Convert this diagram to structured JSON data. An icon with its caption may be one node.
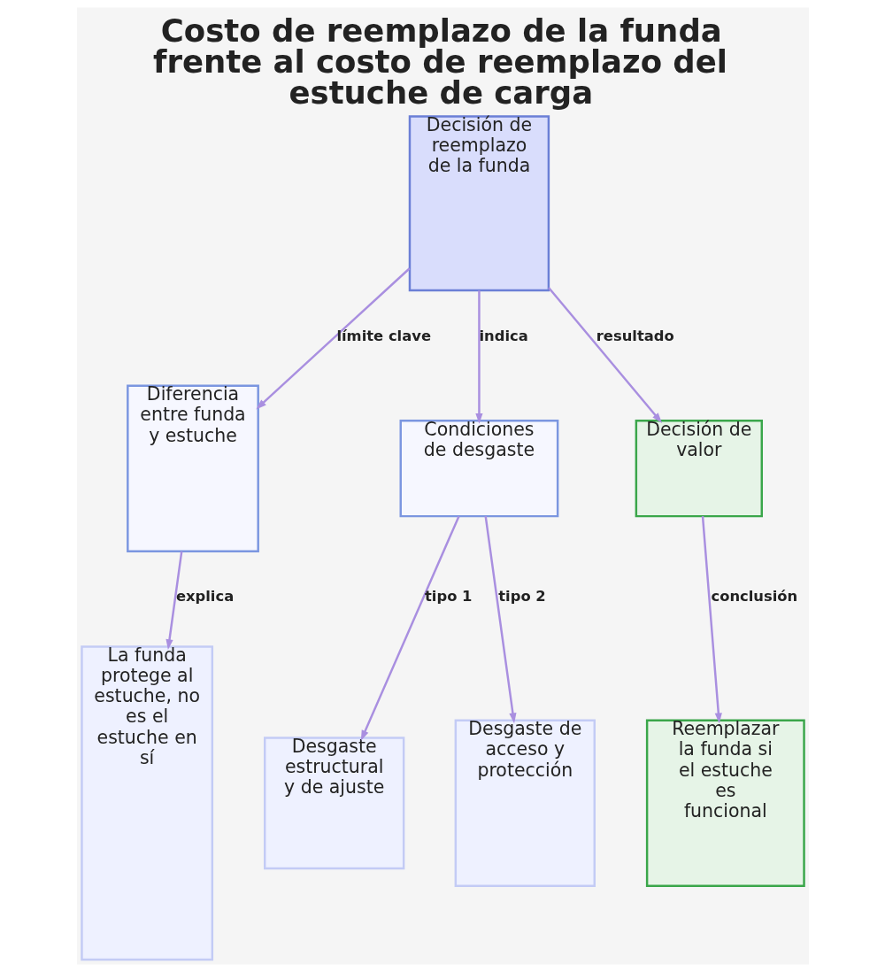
{
  "diagram": {
    "title": "Costo de reemplazo de la funda frente al costo de reemplazo del estuche de carga",
    "nodes": [
      {
        "text": [
          "Decisión de reemplazo de la funda"
        ]
      },
      {
        "text": [
          "Diferencia entre funda y estuche"
        ]
      },
      {
        "text": [
          "Condiciones de desgaste"
        ]
      },
      {
        "text": [
          "Decisión de valor"
        ]
      },
      {
        "text": [
          "La funda protege al estuche, no es el estuche en sí"
        ]
      },
      {
        "text": [
          "Desgaste estructural y de ajuste"
        ]
      },
      {
        "text": [
          "Desgaste de acceso y protección"
        ]
      },
      {
        "text": [
          "Reemplazar la funda si el estuche es funcional"
        ]
      }
    ],
    "edges": [
      {
        "from": 0,
        "to": 1,
        "arrow": "to",
        "label": "límite clave"
      },
      {
        "from": 0,
        "to": 2,
        "arrow": "to",
        "label": "indica"
      },
      {
        "from": 0,
        "to": 3,
        "arrow": "to",
        "label": "resultado"
      },
      {
        "from": 1,
        "to": 4,
        "arrow": "to",
        "label": "explica"
      },
      {
        "from": 2,
        "to": 5,
        "arrow": "to",
        "label": "tipo 1"
      },
      {
        "from": 2,
        "to": 6,
        "arrow": "to",
        "label": "tipo 2"
      },
      {
        "from": 3,
        "to": 7,
        "arrow": "to",
        "label": "conclusión"
      }
    ]
  }
}
